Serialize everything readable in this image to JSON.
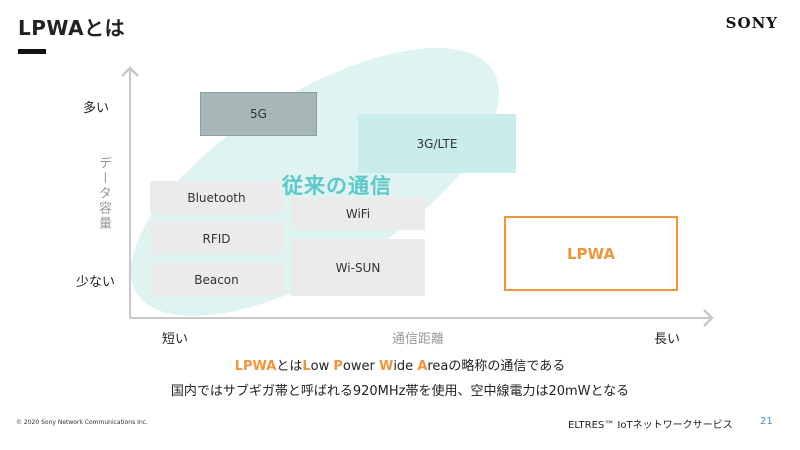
{
  "header": {
    "title": "LPWAとは",
    "logo": "SONY"
  },
  "axes": {
    "y_high": "多い",
    "y_low": "少ない",
    "y_title": "データ容量",
    "x_short": "短い",
    "x_title": "通信距離",
    "x_long": "長い"
  },
  "boxes": {
    "g5": "5G",
    "g3": "3G/LTE",
    "bluetooth": "Bluetooth",
    "rfid": "RFID",
    "beacon": "Beacon",
    "wifi": "WiFi",
    "wisun": "Wi-SUN",
    "lpwa": "LPWA"
  },
  "conventional_label": "従来の通信",
  "notes": {
    "line1_parts": [
      "LPWA",
      "とは",
      "L",
      "ow ",
      "P",
      "ower ",
      "W",
      "ide ",
      "A",
      "reaの略称の通信である"
    ],
    "line2": "国内ではサブギガ帯と呼ばれる920MHz帯を使用、空中線電力は20mWとなる"
  },
  "footer": {
    "copyright": "© 2020 Sony Network Communications Inc.",
    "service": "ELTRES™ IoTネットワークサービス",
    "page": "21"
  },
  "colors": {
    "accent": "#f0963a",
    "teal": "#5cc8c8",
    "ellipse": "#d6f0ef"
  }
}
